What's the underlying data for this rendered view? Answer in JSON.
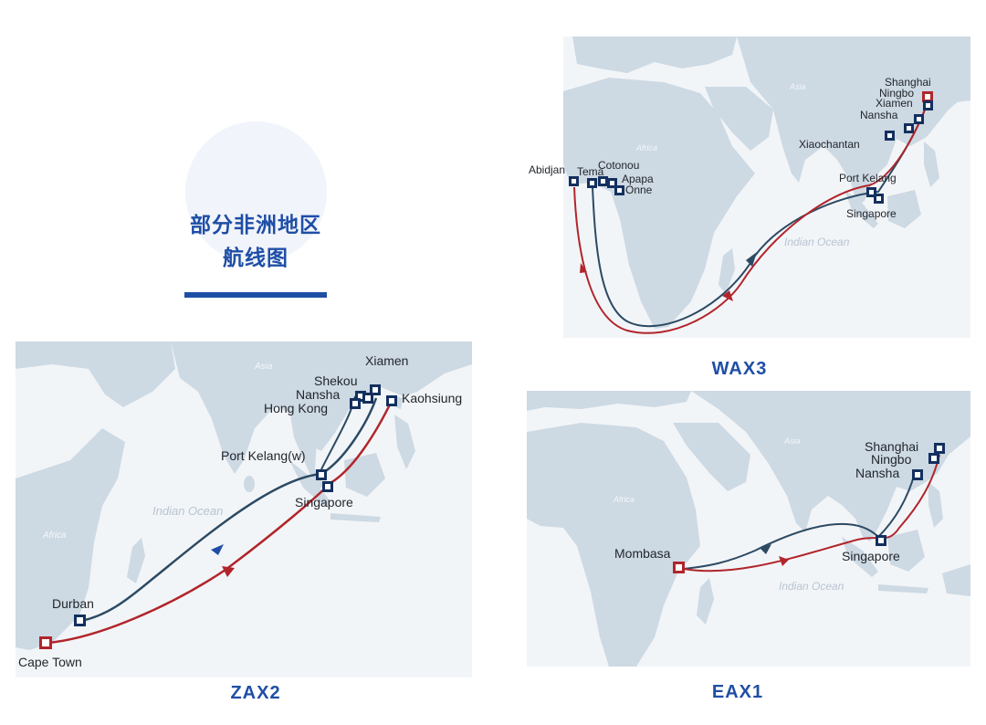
{
  "header": {
    "title_line1": "部分非洲地区",
    "title_line2": "航线图"
  },
  "colors": {
    "brand_blue": "#1f4ea6",
    "land": "#cdd9e3",
    "sea": "#f2f5f8",
    "route_outbound": "#2c4a63",
    "route_return": "#b1252b",
    "origin_port": "#b1252b",
    "port": "#13305e"
  },
  "maps": {
    "zax2": {
      "route_name": "ZAX2",
      "region_labels": {
        "continent_asia": "Asia",
        "continent_africa": "Africa",
        "ocean": "Indian Ocean"
      },
      "ports": {
        "xiamen": "Xiamen",
        "shekou": "Shekou",
        "nansha": "Nansha",
        "kaohsiung": "Kaohsiung",
        "hong_kong": "Hong Kong",
        "port_kelang": "Port Kelang(w)",
        "singapore": "Singapore",
        "durban": "Durban",
        "cape_town": "Cape Town"
      }
    },
    "wax3": {
      "route_name": "WAX3",
      "region_labels": {
        "continent_asia": "Asia",
        "continent_africa": "Africa",
        "ocean": "Indian Ocean"
      },
      "ports": {
        "shanghai": "Shanghai",
        "ningbo": "Ningbo",
        "xiamen": "Xiamen",
        "nansha": "Nansha",
        "xiaochantan": "Xiaochantan",
        "port_kelang": "Port Kelang",
        "singapore": "Singapore",
        "abidjan": "Abidjan",
        "tema": "Tema",
        "cotonou": "Cotonou",
        "apapa": "Apapa",
        "onne": "Onne"
      }
    },
    "eax1": {
      "route_name": "EAX1",
      "region_labels": {
        "continent_asia": "Asia",
        "continent_africa": "Africa",
        "ocean": "Indian Ocean"
      },
      "ports": {
        "shanghai": "Shanghai",
        "ningbo": "Ningbo",
        "nansha": "Nansha",
        "singapore": "Singapore",
        "mombasa": "Mombasa"
      }
    }
  }
}
